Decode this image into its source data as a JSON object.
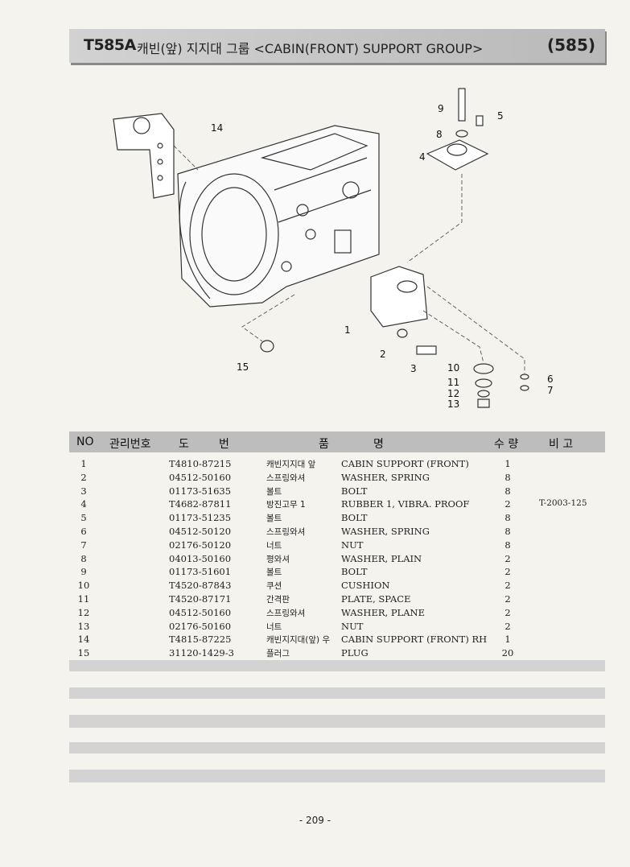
{
  "header": {
    "code": "T585A",
    "title": "캐빈(앞) 지지대 그룹 <CABIN(FRONT) SUPPORT GROUP>",
    "page_number": "(585)"
  },
  "callouts": [
    "1",
    "2",
    "3",
    "4",
    "5",
    "6",
    "7",
    "8",
    "9",
    "10",
    "11",
    "12",
    "13",
    "14",
    "15"
  ],
  "table": {
    "headers": {
      "no": "NO",
      "mgmt": "관리번호",
      "drawing1": "도",
      "drawing2": "번",
      "name1": "품",
      "name2": "명",
      "qty": "수 량",
      "remarks": "비 고"
    },
    "rows": [
      {
        "no": "1",
        "part": "T4810-87215",
        "kor": "캐빈지지대 앞",
        "eng": "CABIN SUPPORT (FRONT)",
        "qty": "1",
        "rem": ""
      },
      {
        "no": "2",
        "part": "04512-50160",
        "kor": "스프링와셔",
        "eng": "WASHER, SPRING",
        "qty": "8",
        "rem": ""
      },
      {
        "no": "3",
        "part": "01173-51635",
        "kor": "볼트",
        "eng": "BOLT",
        "qty": "8",
        "rem": ""
      },
      {
        "no": "4",
        "part": "T4682-87811",
        "kor": "방진고무 1",
        "eng": "RUBBER 1, VIBRA. PROOF",
        "qty": "2",
        "rem": "T-2003-125"
      },
      {
        "no": "5",
        "part": "01173-51235",
        "kor": "볼트",
        "eng": "BOLT",
        "qty": "8",
        "rem": ""
      },
      {
        "no": "6",
        "part": "04512-50120",
        "kor": "스프링와셔",
        "eng": "WASHER, SPRING",
        "qty": "8",
        "rem": ""
      },
      {
        "no": "7",
        "part": "02176-50120",
        "kor": "너트",
        "eng": "NUT",
        "qty": "8",
        "rem": ""
      },
      {
        "no": "8",
        "part": "04013-50160",
        "kor": "평와셔",
        "eng": "WASHER, PLAIN",
        "qty": "2",
        "rem": ""
      },
      {
        "no": "9",
        "part": "01173-51601",
        "kor": "볼트",
        "eng": "BOLT",
        "qty": "2",
        "rem": ""
      },
      {
        "no": "10",
        "part": "T4520-87843",
        "kor": "쿠션",
        "eng": "CUSHION",
        "qty": "2",
        "rem": ""
      },
      {
        "no": "11",
        "part": "T4520-87171",
        "kor": "간격판",
        "eng": "PLATE, SPACE",
        "qty": "2",
        "rem": ""
      },
      {
        "no": "12",
        "part": "04512-50160",
        "kor": "스프링와셔",
        "eng": "WASHER, PLANE",
        "qty": "2",
        "rem": ""
      },
      {
        "no": "13",
        "part": "02176-50160",
        "kor": "너트",
        "eng": "NUT",
        "qty": "2",
        "rem": ""
      },
      {
        "no": "14",
        "part": "T4815-87225",
        "kor": "캐빈지지대(앞) 우",
        "eng": "CABIN SUPPORT (FRONT) RH",
        "qty": "1",
        "rem": ""
      },
      {
        "no": "15",
        "part": "31120-1429-3",
        "kor": "플러그",
        "eng": "PLUG",
        "qty": "20",
        "rem": ""
      }
    ]
  },
  "footer": {
    "page": "- 209 -"
  }
}
